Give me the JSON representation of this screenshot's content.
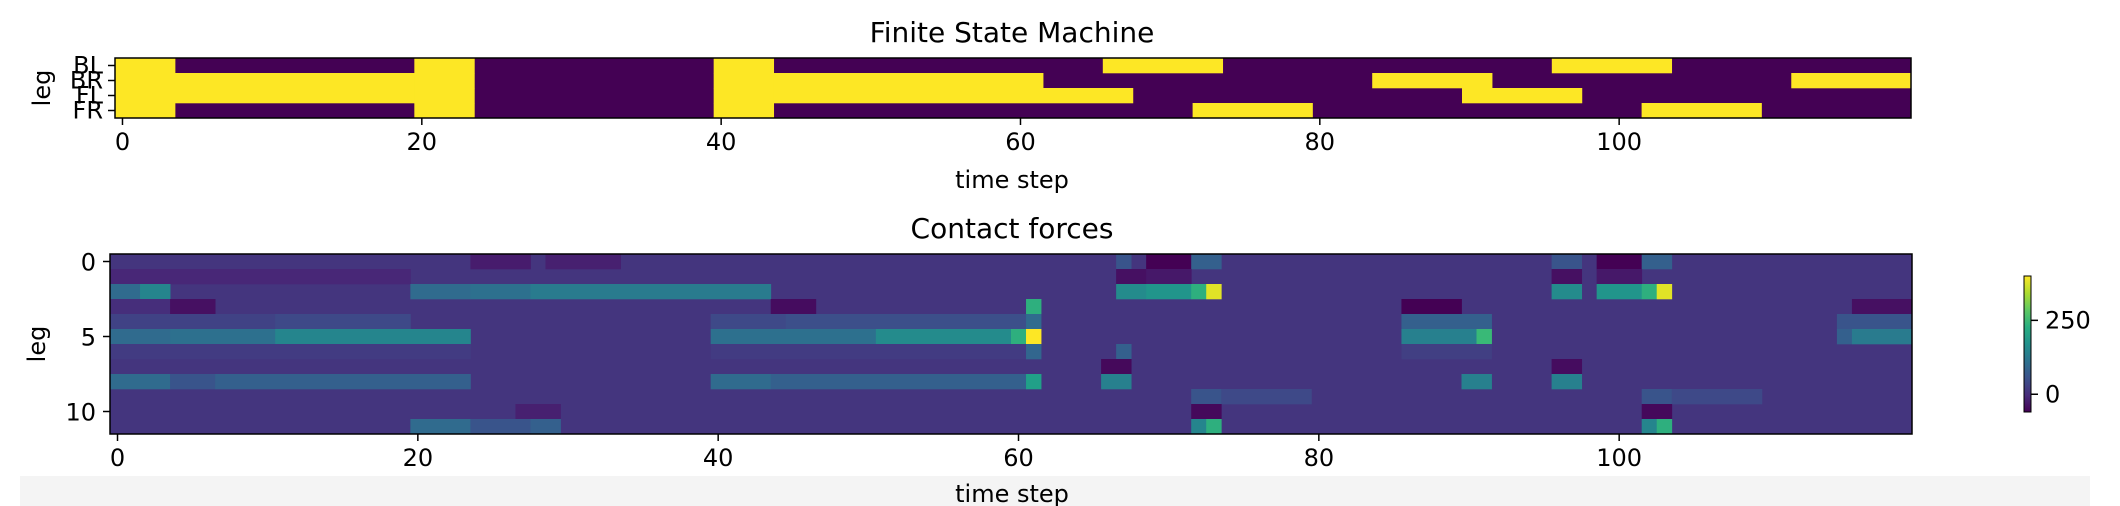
{
  "chart_data": [
    {
      "type": "heatmap",
      "title": "Finite State Machine",
      "xlabel": "time step",
      "ylabel": "leg",
      "x_ticks": [
        0,
        20,
        40,
        60,
        80,
        100
      ],
      "xlim": [
        -0.5,
        119.5
      ],
      "rows": [
        "BL",
        "BR",
        "FL",
        "FR"
      ],
      "colormap": "viridis",
      "states": {
        "0": "#440154",
        "1": "#fde725"
      },
      "stance_intervals": {
        "BL": [
          [
            0,
            3
          ],
          [
            20,
            23
          ],
          [
            40,
            43
          ],
          [
            66,
            73
          ],
          [
            96,
            103
          ]
        ],
        "BR": [
          [
            0,
            19
          ],
          [
            20,
            23
          ],
          [
            40,
            43
          ],
          [
            44,
            61
          ],
          [
            84,
            91
          ],
          [
            112,
            119
          ]
        ],
        "FL": [
          [
            0,
            19
          ],
          [
            20,
            23
          ],
          [
            40,
            43
          ],
          [
            44,
            67
          ],
          [
            90,
            97
          ]
        ],
        "FR": [
          [
            0,
            3
          ],
          [
            20,
            23
          ],
          [
            40,
            43
          ],
          [
            72,
            79
          ],
          [
            102,
            109
          ]
        ]
      }
    },
    {
      "type": "heatmap",
      "title": "Contact forces",
      "xlabel": "time step",
      "ylabel": "leg",
      "x_ticks": [
        0,
        20,
        40,
        60,
        80,
        100
      ],
      "y_ticks": [
        0,
        5,
        10
      ],
      "xlim": [
        -0.5,
        119.5
      ],
      "ylim": [
        11.5,
        -0.5
      ],
      "n_rows": 12,
      "colormap": "viridis",
      "colorbar": {
        "ticks": [
          0,
          250
        ],
        "range": [
          -60,
          400
        ]
      },
      "background_value": 10,
      "segments": [
        {
          "row": 0,
          "x": [
            24,
            27
          ],
          "v": -25
        },
        {
          "row": 0,
          "x": [
            29,
            33
          ],
          "v": -20
        },
        {
          "row": 0,
          "x": [
            67,
            67
          ],
          "v": 60
        },
        {
          "row": 0,
          "x": [
            69,
            71
          ],
          "v": -60
        },
        {
          "row": 0,
          "x": [
            72,
            73
          ],
          "v": 80
        },
        {
          "row": 0,
          "x": [
            96,
            97
          ],
          "v": 60
        },
        {
          "row": 0,
          "x": [
            99,
            101
          ],
          "v": -60
        },
        {
          "row": 0,
          "x": [
            102,
            103
          ],
          "v": 80
        },
        {
          "row": 1,
          "x": [
            0,
            19
          ],
          "v": -10
        },
        {
          "row": 1,
          "x": [
            67,
            68
          ],
          "v": -40
        },
        {
          "row": 1,
          "x": [
            69,
            71
          ],
          "v": -30
        },
        {
          "row": 1,
          "x": [
            96,
            97
          ],
          "v": -40
        },
        {
          "row": 1,
          "x": [
            99,
            101
          ],
          "v": -30
        },
        {
          "row": 2,
          "x": [
            0,
            1
          ],
          "v": 100
        },
        {
          "row": 2,
          "x": [
            2,
            3
          ],
          "v": 150
        },
        {
          "row": 2,
          "x": [
            20,
            23
          ],
          "v": 100
        },
        {
          "row": 2,
          "x": [
            24,
            27
          ],
          "v": 110
        },
        {
          "row": 2,
          "x": [
            28,
            43
          ],
          "v": 130
        },
        {
          "row": 2,
          "x": [
            67,
            68
          ],
          "v": 160
        },
        {
          "row": 2,
          "x": [
            69,
            71
          ],
          "v": 180
        },
        {
          "row": 2,
          "x": [
            72,
            72
          ],
          "v": 230
        },
        {
          "row": 2,
          "x": [
            73,
            73
          ],
          "v": 380
        },
        {
          "row": 2,
          "x": [
            96,
            97
          ],
          "v": 160
        },
        {
          "row": 2,
          "x": [
            99,
            101
          ],
          "v": 180
        },
        {
          "row": 2,
          "x": [
            102,
            102
          ],
          "v": 230
        },
        {
          "row": 2,
          "x": [
            103,
            103
          ],
          "v": 380
        },
        {
          "row": 3,
          "x": [
            0,
            3
          ],
          "v": 0
        },
        {
          "row": 3,
          "x": [
            4,
            6
          ],
          "v": -40
        },
        {
          "row": 3,
          "x": [
            44,
            46
          ],
          "v": -45
        },
        {
          "row": 3,
          "x": [
            61,
            61
          ],
          "v": 230
        },
        {
          "row": 3,
          "x": [
            86,
            89
          ],
          "v": -60
        },
        {
          "row": 3,
          "x": [
            116,
            119
          ],
          "v": -40
        },
        {
          "row": 4,
          "x": [
            0,
            10
          ],
          "v": 30
        },
        {
          "row": 4,
          "x": [
            11,
            19
          ],
          "v": 40
        },
        {
          "row": 4,
          "x": [
            40,
            44
          ],
          "v": 40
        },
        {
          "row": 4,
          "x": [
            45,
            60
          ],
          "v": 50
        },
        {
          "row": 4,
          "x": [
            61,
            61
          ],
          "v": 100
        },
        {
          "row": 4,
          "x": [
            86,
            91
          ],
          "v": 80
        },
        {
          "row": 4,
          "x": [
            115,
            119
          ],
          "v": 60
        },
        {
          "row": 5,
          "x": [
            0,
            3
          ],
          "v": 100
        },
        {
          "row": 5,
          "x": [
            4,
            10
          ],
          "v": 110
        },
        {
          "row": 5,
          "x": [
            11,
            23
          ],
          "v": 150
        },
        {
          "row": 5,
          "x": [
            40,
            50
          ],
          "v": 110
        },
        {
          "row": 5,
          "x": [
            51,
            59
          ],
          "v": 160
        },
        {
          "row": 5,
          "x": [
            60,
            60
          ],
          "v": 230
        },
        {
          "row": 5,
          "x": [
            61,
            61
          ],
          "v": 400
        },
        {
          "row": 5,
          "x": [
            86,
            90
          ],
          "v": 140
        },
        {
          "row": 5,
          "x": [
            91,
            91
          ],
          "v": 250
        },
        {
          "row": 5,
          "x": [
            115,
            115
          ],
          "v": 80
        },
        {
          "row": 5,
          "x": [
            116,
            119
          ],
          "v": 130
        },
        {
          "row": 6,
          "x": [
            0,
            23
          ],
          "v": 20
        },
        {
          "row": 6,
          "x": [
            40,
            60
          ],
          "v": 20
        },
        {
          "row": 6,
          "x": [
            61,
            61
          ],
          "v": 90
        },
        {
          "row": 6,
          "x": [
            67,
            67
          ],
          "v": 80
        },
        {
          "row": 6,
          "x": [
            86,
            91
          ],
          "v": 25
        },
        {
          "row": 7,
          "x": [
            66,
            67
          ],
          "v": -50
        },
        {
          "row": 7,
          "x": [
            96,
            97
          ],
          "v": -45
        },
        {
          "row": 8,
          "x": [
            0,
            3
          ],
          "v": 100
        },
        {
          "row": 8,
          "x": [
            4,
            6
          ],
          "v": 60
        },
        {
          "row": 8,
          "x": [
            7,
            23
          ],
          "v": 80
        },
        {
          "row": 8,
          "x": [
            40,
            43
          ],
          "v": 100
        },
        {
          "row": 8,
          "x": [
            44,
            60
          ],
          "v": 80
        },
        {
          "row": 8,
          "x": [
            61,
            61
          ],
          "v": 200
        },
        {
          "row": 8,
          "x": [
            66,
            67
          ],
          "v": 140
        },
        {
          "row": 8,
          "x": [
            90,
            91
          ],
          "v": 140
        },
        {
          "row": 8,
          "x": [
            96,
            97
          ],
          "v": 140
        },
        {
          "row": 9,
          "x": [
            72,
            73
          ],
          "v": 60
        },
        {
          "row": 9,
          "x": [
            74,
            79
          ],
          "v": 40
        },
        {
          "row": 9,
          "x": [
            102,
            103
          ],
          "v": 60
        },
        {
          "row": 9,
          "x": [
            104,
            109
          ],
          "v": 40
        },
        {
          "row": 10,
          "x": [
            27,
            29
          ],
          "v": -20
        },
        {
          "row": 10,
          "x": [
            72,
            73
          ],
          "v": -50
        },
        {
          "row": 10,
          "x": [
            102,
            103
          ],
          "v": -50
        },
        {
          "row": 11,
          "x": [
            20,
            23
          ],
          "v": 100
        },
        {
          "row": 11,
          "x": [
            24,
            27
          ],
          "v": 60
        },
        {
          "row": 11,
          "x": [
            28,
            29
          ],
          "v": 80
        },
        {
          "row": 11,
          "x": [
            72,
            72
          ],
          "v": 150
        },
        {
          "row": 11,
          "x": [
            73,
            73
          ],
          "v": 230
        },
        {
          "row": 11,
          "x": [
            102,
            102
          ],
          "v": 150
        },
        {
          "row": 11,
          "x": [
            103,
            103
          ],
          "v": 230
        }
      ]
    }
  ]
}
